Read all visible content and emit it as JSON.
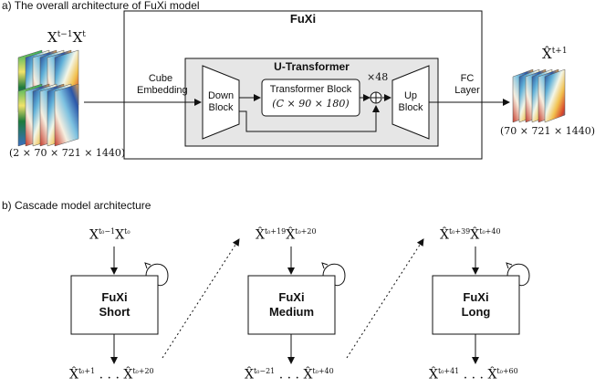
{
  "section_a": {
    "title": "a) The overall architecture of FuXi model",
    "input_labels": {
      "x_prev": "X",
      "x_prev_sup": "t−1",
      "x_curr": "X",
      "x_curr_sup": "t"
    },
    "input_dims": "(2 × 70 × 721 × 1440)",
    "cube_embedding": [
      "Cube",
      "Embedding"
    ],
    "fuxi_title": "FuXi",
    "u_transformer_title": "U-Transformer",
    "down_block": [
      "Down",
      "Block"
    ],
    "transformer_block": [
      "Transformer Block",
      "(C × 90 × 180)"
    ],
    "repeat": "×48",
    "up_block": [
      "Up",
      "Block"
    ],
    "fc_layer": [
      "FC",
      "Layer"
    ],
    "output_label": {
      "x_hat": "X̂",
      "sup": "t+1"
    },
    "output_dims": "(70 × 721 × 1440)"
  },
  "section_b": {
    "title": "b) Cascade model architecture",
    "stages": [
      {
        "name": [
          "FuXi",
          "Short"
        ],
        "input": "X̂",
        "input_sup": "t₀−1",
        "input2": "X̂",
        "input2_sup": "t₀",
        "output": "X̂",
        "output_sup": "t₀+1",
        "output_dots": " . . . ",
        "output2": "X̂",
        "output2_sup": "t₀+20"
      },
      {
        "name": [
          "FuXi",
          "Medium"
        ],
        "input": "X̂",
        "input_sup": "t₀+19",
        "input2": "X̂",
        "input2_sup": "t₀+20",
        "output": "X̂",
        "output_sup": "t₀−21",
        "output_dots": " . . . ",
        "output2": "X̂",
        "output2_sup": "t₀+40"
      },
      {
        "name": [
          "FuXi",
          "Long"
        ],
        "input": "X̂",
        "input_sup": "t₀+39",
        "input2": "X̂",
        "input2_sup": "t₀+40",
        "output": "X̂",
        "output_sup": "t₀+41",
        "output_dots": " . . . ",
        "output2": "X̂",
        "output2_sup": "t₀+60"
      }
    ],
    "first_input": {
      "x": "X",
      "sup": "t₀−1",
      "x2": "X",
      "sup2": "t₀"
    }
  }
}
